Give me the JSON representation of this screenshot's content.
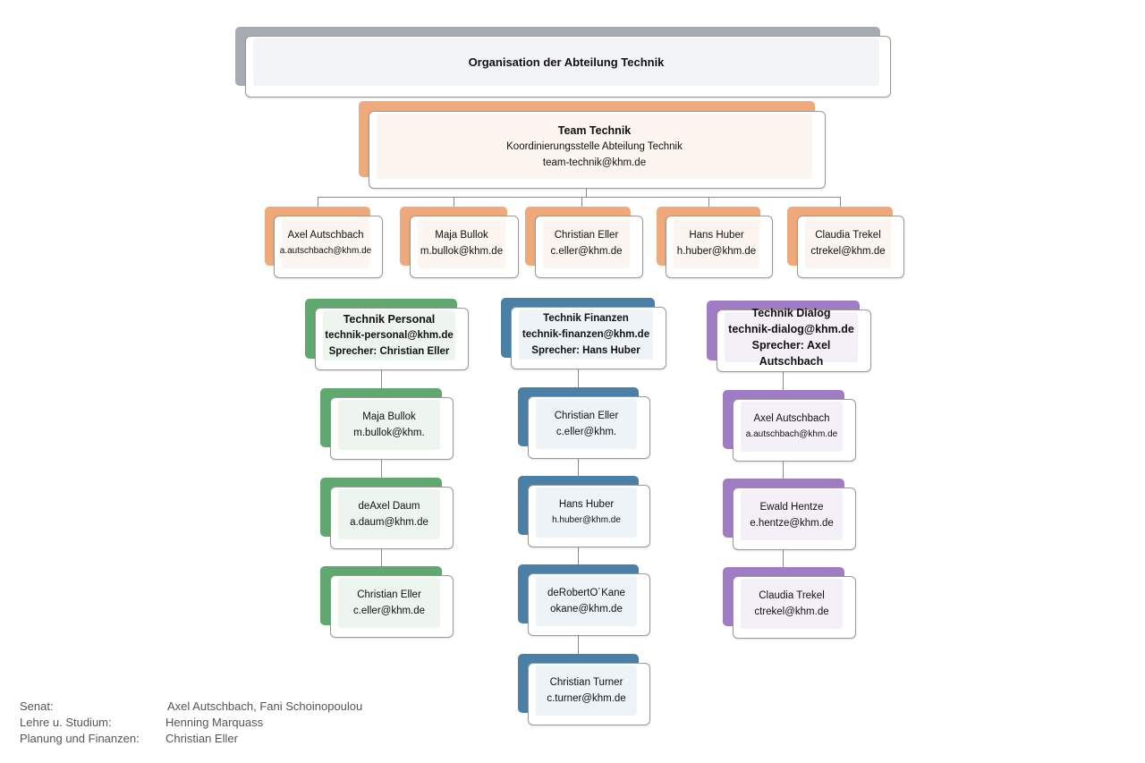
{
  "title": "Organisation der Abteilung Technik",
  "team": {
    "name": "Team Technik",
    "subtitle": "Koordinierungsstelle Abteilung Technik",
    "email": "team-technik@khm.de"
  },
  "members": [
    {
      "name": "Axel Autschbach",
      "email": "a.autschbach@khm.de"
    },
    {
      "name": "Maja Bullok",
      "email": "m.bullok@khm.de"
    },
    {
      "name": "Christian Eller",
      "email": "c.eller@khm.de"
    },
    {
      "name": "Hans Huber",
      "email": "h.huber@khm.de"
    },
    {
      "name": "Claudia Trekel",
      "email": "ctrekel@khm.de"
    }
  ],
  "groups": {
    "personal": {
      "name": "Technik Personal",
      "email": "technik-personal@khm.de",
      "speaker": "Sprecher: Christian Eller",
      "members": [
        {
          "name": "Maja Bullok",
          "email": "m.bullok@khm."
        },
        {
          "name": "deAxel Daum",
          "email": "a.daum@khm.de"
        },
        {
          "name": "Christian Eller",
          "email": "c.eller@khm.de"
        }
      ]
    },
    "finanzen": {
      "name": "Technik Finanzen",
      "email": "technik-finanzen@khm.de",
      "speaker": "Sprecher: Hans Huber",
      "members": [
        {
          "name": "Christian Eller",
          "email": "c.eller@khm."
        },
        {
          "name": "Hans Huber",
          "email": "h.huber@khm.de"
        },
        {
          "name": "deRobertO´Kane",
          "email": "okane@khm.de"
        },
        {
          "name": "Christian Turner",
          "email": "c.turner@khm.de"
        }
      ]
    },
    "dialog": {
      "name": "Technik Dialog",
      "email": "technik-dialog@khm.de",
      "speaker": "Sprecher: Axel Autschbach",
      "members": [
        {
          "name": "Axel Autschbach",
          "email": "a.autschbach@khm.de"
        },
        {
          "name": "Ewald Hentze",
          "email": "e.hentze@khm.de"
        },
        {
          "name": "Claudia Trekel",
          "email": "ctrekel@khm.de"
        }
      ]
    }
  },
  "legend": [
    {
      "label": "Senat:",
      "value": "Axel Autschbach, Fani Schoinopoulou"
    },
    {
      "label": "Lehre u. Studium:",
      "value": "Henning Marquass"
    },
    {
      "label": "Planung und Finanzen:",
      "value": "Christian Eller"
    }
  ],
  "colors": {
    "title": "#a7abb3",
    "team": "#f0a97a",
    "personal": "#5fa86f",
    "finanzen": "#4a80a8",
    "dialog": "#a07cc4"
  }
}
